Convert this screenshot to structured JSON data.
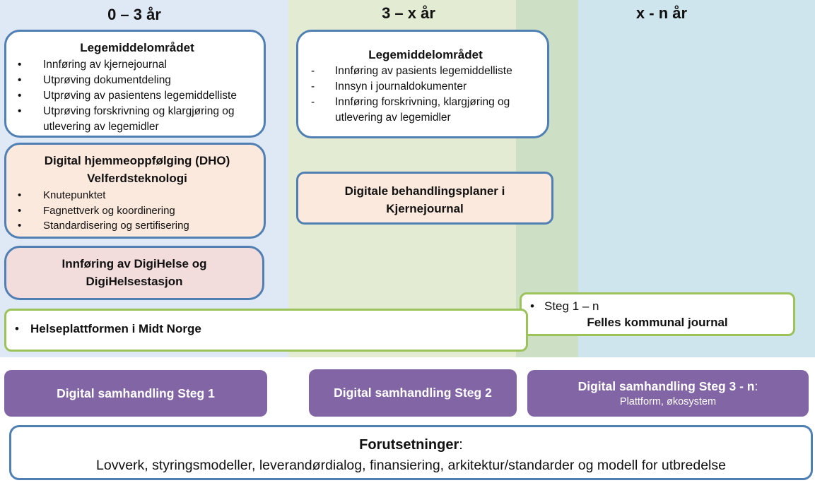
{
  "colors": {
    "col1_bg": "#dfe8f5",
    "col2_bg": "#e4ebd3",
    "col2b_bg": "#cde0c6",
    "col3_bg": "#cfe5ee",
    "box_border_blue": "#4f7fb3",
    "box_border_green": "#9cc25a",
    "peach_fill": "#fce9dd",
    "pink_fill": "#f2dcdc",
    "purple_fill": "#8265a4"
  },
  "phases": {
    "col1": "0 – 3 år",
    "col2": "3 – x år",
    "col3": "x - n år"
  },
  "col1": {
    "legemiddel": {
      "title": "Legemiddelområdet",
      "bullet": "•",
      "items": [
        "Innføring av kjernejournal",
        "Utprøving dokumentdeling",
        "Utprøving av pasientens legemiddelliste",
        "Utprøving forskrivning og klargjøring og utlevering av legemidler"
      ]
    },
    "dho": {
      "title_line1": "Digital hjemmeoppfølging (DHO)",
      "title_line2": "Velferdsteknologi",
      "bullet": "•",
      "items": [
        "Knutepunktet",
        "Fagnettverk og koordinering",
        "Standardisering og sertifisering"
      ]
    },
    "digihelse": {
      "line1": "Innføring av DigiHelse og",
      "line2": "DigiHelsestasjon"
    }
  },
  "col2": {
    "legemiddel": {
      "title": "Legemiddelområdet",
      "bullet": "-",
      "items": [
        "Innføring av pasients legemiddelliste",
        "Innsyn i journaldokumenter",
        "Innføring forskrivning, klargjøring og utlevering av legemidler"
      ]
    },
    "behandlingsplaner": {
      "line1": "Digitale behandlingsplaner i",
      "line2": "Kjernejournal"
    }
  },
  "felles": {
    "bullet": "•",
    "step": "Steg 1 – n",
    "title": "Felles kommunal journal"
  },
  "helseplattformen": {
    "bullet": "•",
    "label": "Helseplattformen i Midt Norge"
  },
  "samhandling": {
    "steg1": "Digital samhandling Steg 1",
    "steg2": "Digital samhandling Steg 2",
    "steg3": "Digital samhandling Steg 3 - n",
    "steg3_colon": ":",
    "steg3_sub": "Plattform, økosystem"
  },
  "forutsetninger": {
    "title": "Forutsetninger",
    "colon": ":",
    "text": "Lovverk, styringsmodeller, leverandørdialog, finansiering, arkitektur/standarder og modell for utbredelse"
  }
}
